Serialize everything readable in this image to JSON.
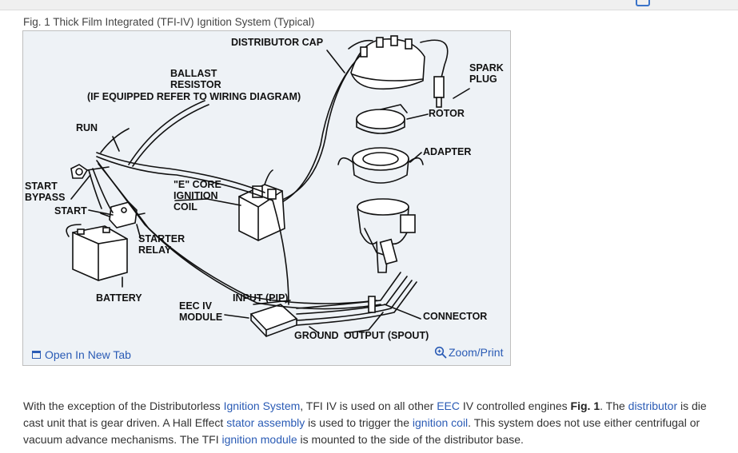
{
  "figure": {
    "caption": "Fig. 1 Thick Film Integrated (TFI-IV) Ignition System (Typical)",
    "labels": {
      "distributor_cap": "DISTRIBUTOR CAP",
      "spark_plug_1": "SPARK",
      "spark_plug_2": "PLUG",
      "ballast_1": "BALLAST",
      "ballast_2": "RESISTOR",
      "ballast_3": "(IF EQUIPPED REFER TO WIRING DIAGRAM)",
      "rotor": "ROTOR",
      "run": "RUN",
      "adapter": "ADAPTER",
      "start_bypass_1": "START",
      "start_bypass_2": "BYPASS",
      "start": "START",
      "e_core_1": "\"E\" CORE",
      "e_core_2": "IGNITION",
      "e_core_3": "COIL",
      "starter_relay_1": "STARTER",
      "starter_relay_2": "RELAY",
      "battery": "BATTERY",
      "input_pip": "INPUT (PIP)",
      "eec_1": "EEC IV",
      "eec_2": "MODULE",
      "connector": "CONNECTOR",
      "ground": "GROUND",
      "output_spout": "OUTPUT (SPOUT)"
    },
    "open_new_tab": "Open In New Tab",
    "zoom_print": "Zoom/Print"
  },
  "paragraph": {
    "t1": "With the exception of the Distributorless ",
    "l1": "Ignition System",
    "t2": ", TFI IV is used on all other ",
    "l2": "EEC",
    "t3": " IV controlled engines ",
    "b1": "Fig. 1",
    "t4": ". The ",
    "l3": "distributor",
    "t5": " is die cast unit that is gear driven. A Hall Effect ",
    "l4": "stator assembly",
    "t6": " is used to trigger the ",
    "l5": "ignition coil",
    "t7": ". This system does not use either centrifugal or vacuum advance mechanisms. The TFI ",
    "l6": "ignition module",
    "t8": " is mounted to the side of the distributor base."
  }
}
